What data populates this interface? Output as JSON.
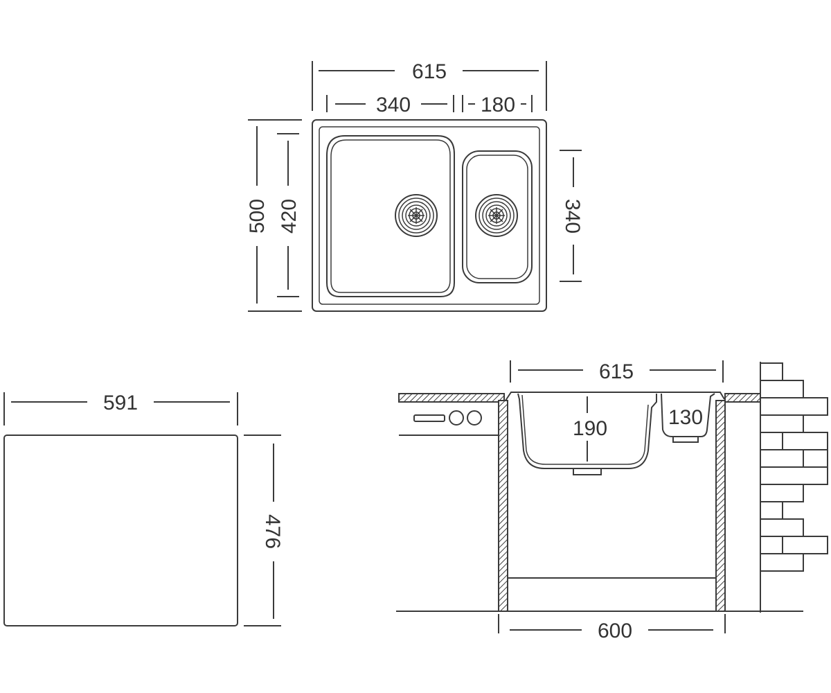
{
  "top_view": {
    "overall_width": "615",
    "bowl_width_large": "340",
    "bowl_width_small": "180",
    "overall_depth": "500",
    "bowl_depth_large": "420",
    "bowl_depth_small": "340"
  },
  "cutout": {
    "width": "591",
    "depth": "476"
  },
  "section": {
    "overall_width": "615",
    "cabinet_width": "600",
    "bowl_depth_large": "190",
    "bowl_depth_small": "130"
  }
}
